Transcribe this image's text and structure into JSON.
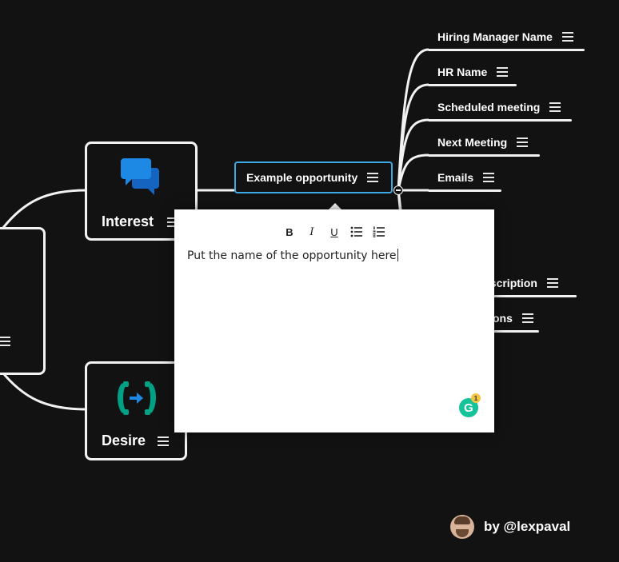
{
  "nodes": {
    "interest": {
      "label": "Interest"
    },
    "desire": {
      "label": "Desire"
    }
  },
  "opportunity": {
    "label": "Example opportunity"
  },
  "branches": [
    {
      "label": "Hiring Manager Name"
    },
    {
      "label": "HR Name"
    },
    {
      "label": "Scheduled meeting"
    },
    {
      "label": "Next Meeting"
    },
    {
      "label": "Emails"
    },
    {
      "label": "escription"
    },
    {
      "label": "ons"
    }
  ],
  "note": {
    "toolbar": {
      "bold": "B",
      "italic": "I",
      "underline": "U"
    },
    "text": "Put the name of the opportunity here",
    "grammarly_count": "1",
    "grammarly_letter": "G"
  },
  "credit": {
    "text": "by @lexpaval"
  },
  "colors": {
    "background": "#121212",
    "node_border": "#f2f2f2",
    "selected_border": "#3fa9e8",
    "chat_icon": "#1e88e5",
    "phone_icon": "#00a085",
    "arrow_icon": "#1e88e5",
    "grammarly": "#15c39a"
  }
}
